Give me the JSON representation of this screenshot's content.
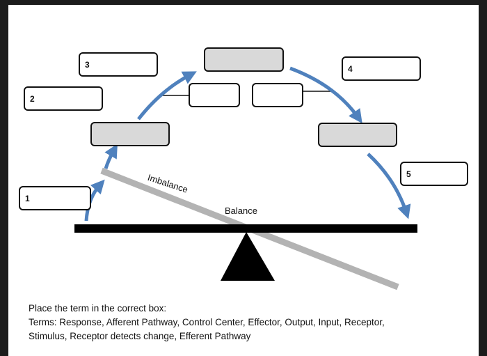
{
  "diagram": {
    "title": "Homeostasis feedback loop (seesaw)",
    "numbered_boxes": [
      {
        "number": "1",
        "value": ""
      },
      {
        "number": "2",
        "value": ""
      },
      {
        "number": "3",
        "value": ""
      },
      {
        "number": "4",
        "value": ""
      },
      {
        "number": "5",
        "value": ""
      }
    ],
    "unlabeled_boxes": [
      {
        "id": "gray-left",
        "value": ""
      },
      {
        "id": "gray-top",
        "value": ""
      },
      {
        "id": "gray-right",
        "value": ""
      },
      {
        "id": "white-left-branch",
        "value": ""
      },
      {
        "id": "white-right-branch",
        "value": ""
      }
    ],
    "labels": {
      "imbalance": "Imbalance",
      "balance": "Balance"
    },
    "colors": {
      "arrow": "#4f81bd",
      "gray_box": "#d9d9d9",
      "tilted_beam": "#b3b3b3",
      "level_beam": "#000000"
    }
  },
  "instructions": {
    "line1": "Place the term in the correct box:",
    "line2": "Terms: Response, Afferent Pathway, Control Center, Effector, Output, Input, Receptor,",
    "line3": "Stimulus, Receptor detects change, Efferent Pathway"
  }
}
